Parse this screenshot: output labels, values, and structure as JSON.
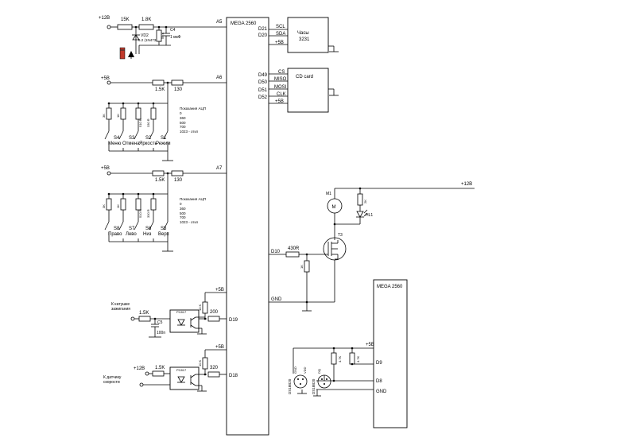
{
  "mega_main": {
    "title": "MEGA 2560"
  },
  "mega_secondary": {
    "title": "MEGA 2560",
    "pins": [
      "+5B",
      "D9",
      "D8",
      "GND"
    ]
  },
  "power": {
    "v12": "+12B",
    "v5": "+5B"
  },
  "supply_filter": {
    "r1": "15K",
    "r2": "1.8K",
    "cap": "C4",
    "cap_value": "1 мкФ",
    "r_small": "56 K",
    "zener": "VD2",
    "zener_value": "6.2 (1N4735A)",
    "pin": "A5"
  },
  "rtc": {
    "line1": "Часы",
    "line2": "3231",
    "pins": [
      "SCL",
      "SDA",
      "+5B"
    ],
    "mega_pins": [
      "D21",
      "D20"
    ]
  },
  "sd": {
    "title": "CD card",
    "pins": [
      "CS",
      "MISO",
      "MOSI",
      "CLK",
      "+5B"
    ],
    "mega_pins": [
      "D49",
      "D50",
      "D51",
      "D52"
    ]
  },
  "kb1": {
    "supply": "+5B",
    "r_top": "1.5K",
    "r_series": "130",
    "pin": "A6",
    "ladder": [
      "3K",
      "1K",
      "510 R",
      "330 R"
    ],
    "switches": [
      {
        "id": "S4",
        "label": "Меню"
      },
      {
        "id": "S3",
        "label": "Отмена"
      },
      {
        "id": "S2",
        "label": "Яркость"
      },
      {
        "id": "S1",
        "label": "Режим"
      }
    ],
    "adc_title": "Показания АЦП",
    "adc_values": [
      "0",
      "360",
      "500",
      "700",
      "1023 - откл"
    ]
  },
  "kb2": {
    "supply": "+5B",
    "r_top": "1.5K",
    "r_series": "130",
    "pin": "A7",
    "ladder": [
      "3K",
      "1K",
      "510 R",
      "330 R"
    ],
    "switches": [
      {
        "id": "S8",
        "label": "Право"
      },
      {
        "id": "S7",
        "label": "Лево"
      },
      {
        "id": "S6",
        "label": "Низ"
      },
      {
        "id": "S5",
        "label": "Верх"
      }
    ],
    "adc_title": "Показания АЦП",
    "adc_values": [
      "0",
      "360",
      "500",
      "700",
      "1023 - откл"
    ]
  },
  "motor_drive": {
    "supply": "+12B",
    "motor": "M1",
    "r_led": "2K",
    "led": "HL1",
    "mosfet": "T3",
    "r_gate": "430R",
    "r_pd": "1K",
    "pin": "D10",
    "gnd": "GND"
  },
  "opto1": {
    "label_l1": "К катушке",
    "label_l2": "зажигания",
    "r_in": "1.5K",
    "cap": "C5",
    "cap_value": "100n",
    "ic": "PC817",
    "r_pu": "10 K",
    "r_series": "200",
    "supply": "+5B",
    "pin": "D19"
  },
  "opto2": {
    "label_l1": "К датчику",
    "label_l2": "скорости",
    "supply_in": "+12B",
    "r_in": "1.5K",
    "ic": "PC817",
    "r_pu": "10 K",
    "r_series": "320",
    "supply": "+5B",
    "pin": "D18"
  },
  "temp": {
    "sensor": "DS18B20",
    "r1": "4.7K",
    "r2": "4.7K",
    "sensor_pins": [
      "GND",
      "DQ",
      "VDD"
    ]
  }
}
